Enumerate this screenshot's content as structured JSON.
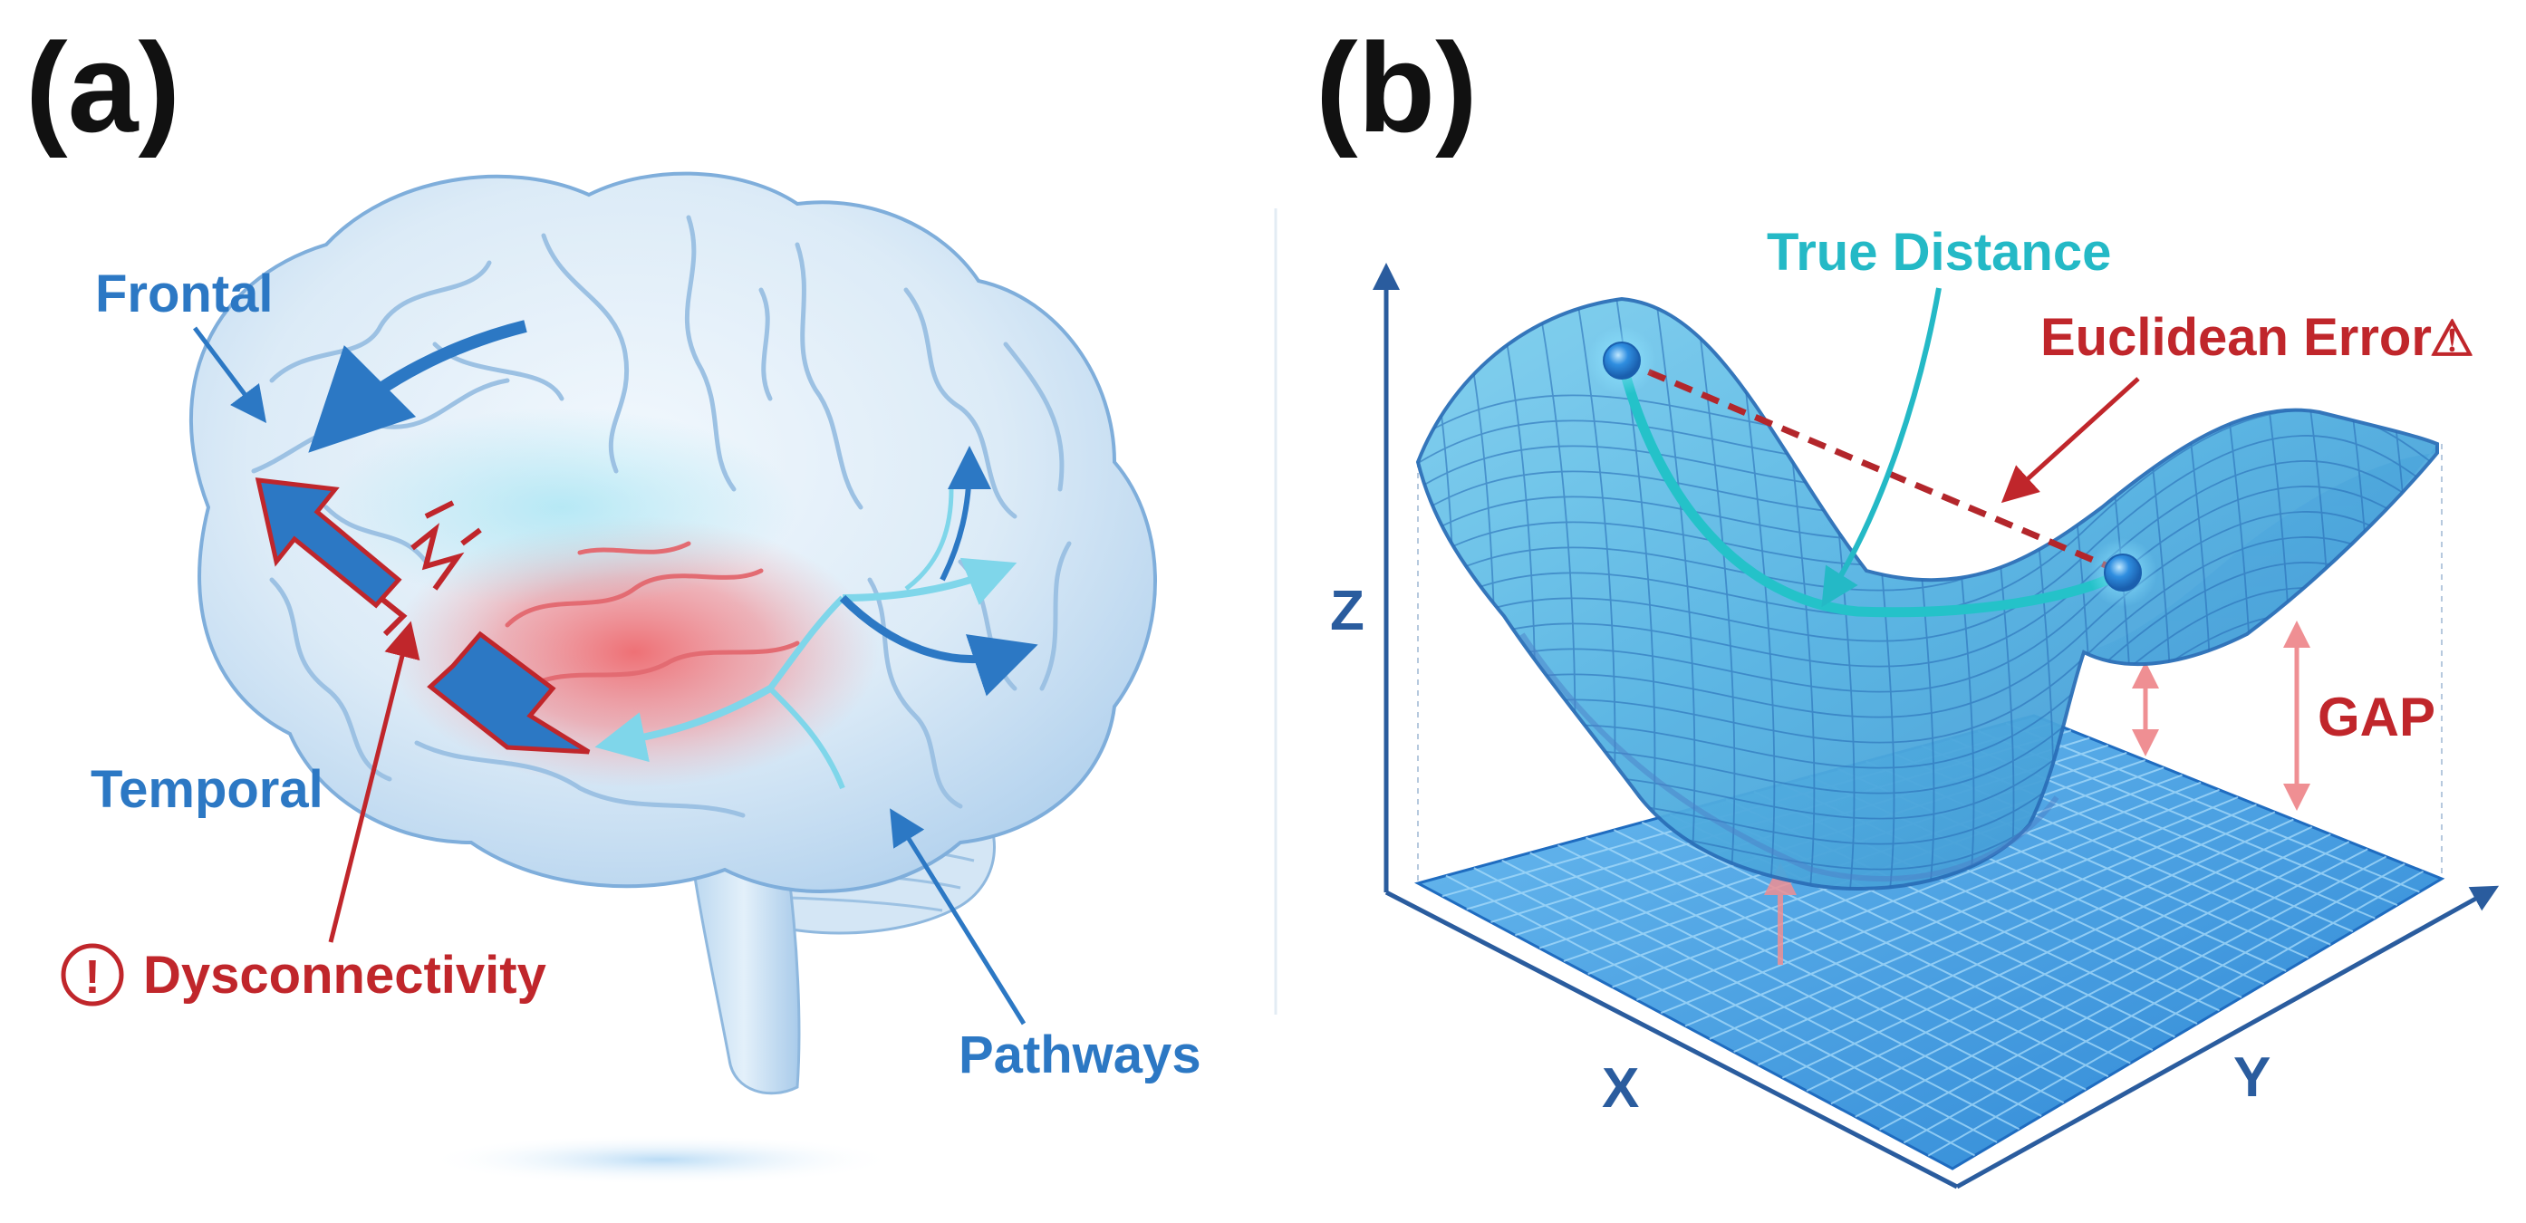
{
  "panels": {
    "a": {
      "letter": "(a)",
      "labels": {
        "frontal": "Frontal",
        "temporal": "Temporal",
        "dysconnectivity": "Dysconnectivity",
        "pathways": "Pathways"
      },
      "alert_glyph": "!"
    },
    "b": {
      "letter": "(b)",
      "labels": {
        "true_distance": "True Distance",
        "euclidean_error": "Euclidean Error",
        "warning_glyph": "⚠",
        "gap": "GAP"
      },
      "axes": {
        "z": "Z",
        "x": "X",
        "y": "Y"
      }
    }
  },
  "colors": {
    "label_blue": "#2c78c4",
    "label_red": "#c0262b",
    "label_cyan": "#24b9c6",
    "axis_blue": "#2a5c9e",
    "surface": "#5fb8e6",
    "plane": "#3d9be0"
  },
  "icons": {
    "alert": "exclamation-circle-icon",
    "warning": "warning-triangle-icon"
  }
}
